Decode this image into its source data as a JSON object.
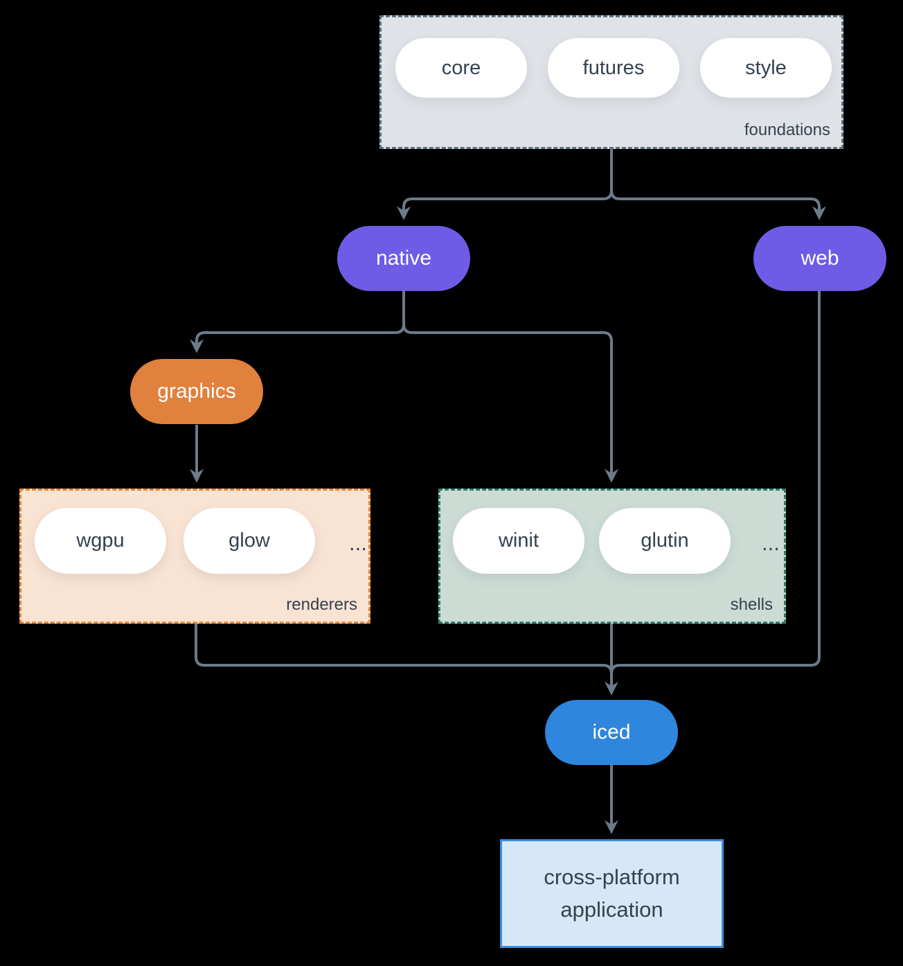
{
  "colors": {
    "background": "#000000",
    "line": "#6b7b8c",
    "text_dark": "#35424e",
    "text_light": "#ffffff",
    "purple": "#6e5ce6",
    "orange": "#e0813d",
    "blue": "#2e86de",
    "foundations_fill": "#dfe3e7",
    "foundations_border": "#5f7081",
    "renderers_fill": "#f9e3d3",
    "renderers_border": "#e8832f",
    "shells_fill": "#ccdcd5",
    "shells_border": "#2e7d6e",
    "app_fill": "#d6e8f8",
    "app_border": "#3b8ede",
    "pill_fill": "#ffffff"
  },
  "groups": {
    "foundations": {
      "label": "foundations",
      "pills": [
        "core",
        "futures",
        "style"
      ]
    },
    "renderers": {
      "label": "renderers",
      "pills": [
        "wgpu",
        "glow"
      ],
      "ellipsis": "..."
    },
    "shells": {
      "label": "shells",
      "pills": [
        "winit",
        "glutin"
      ],
      "ellipsis": "..."
    }
  },
  "nodes": {
    "native": {
      "label": "native"
    },
    "web": {
      "label": "web"
    },
    "graphics": {
      "label": "graphics"
    },
    "iced": {
      "label": "iced"
    },
    "application": {
      "label_line1": "cross-platform",
      "label_line2": "application"
    }
  }
}
